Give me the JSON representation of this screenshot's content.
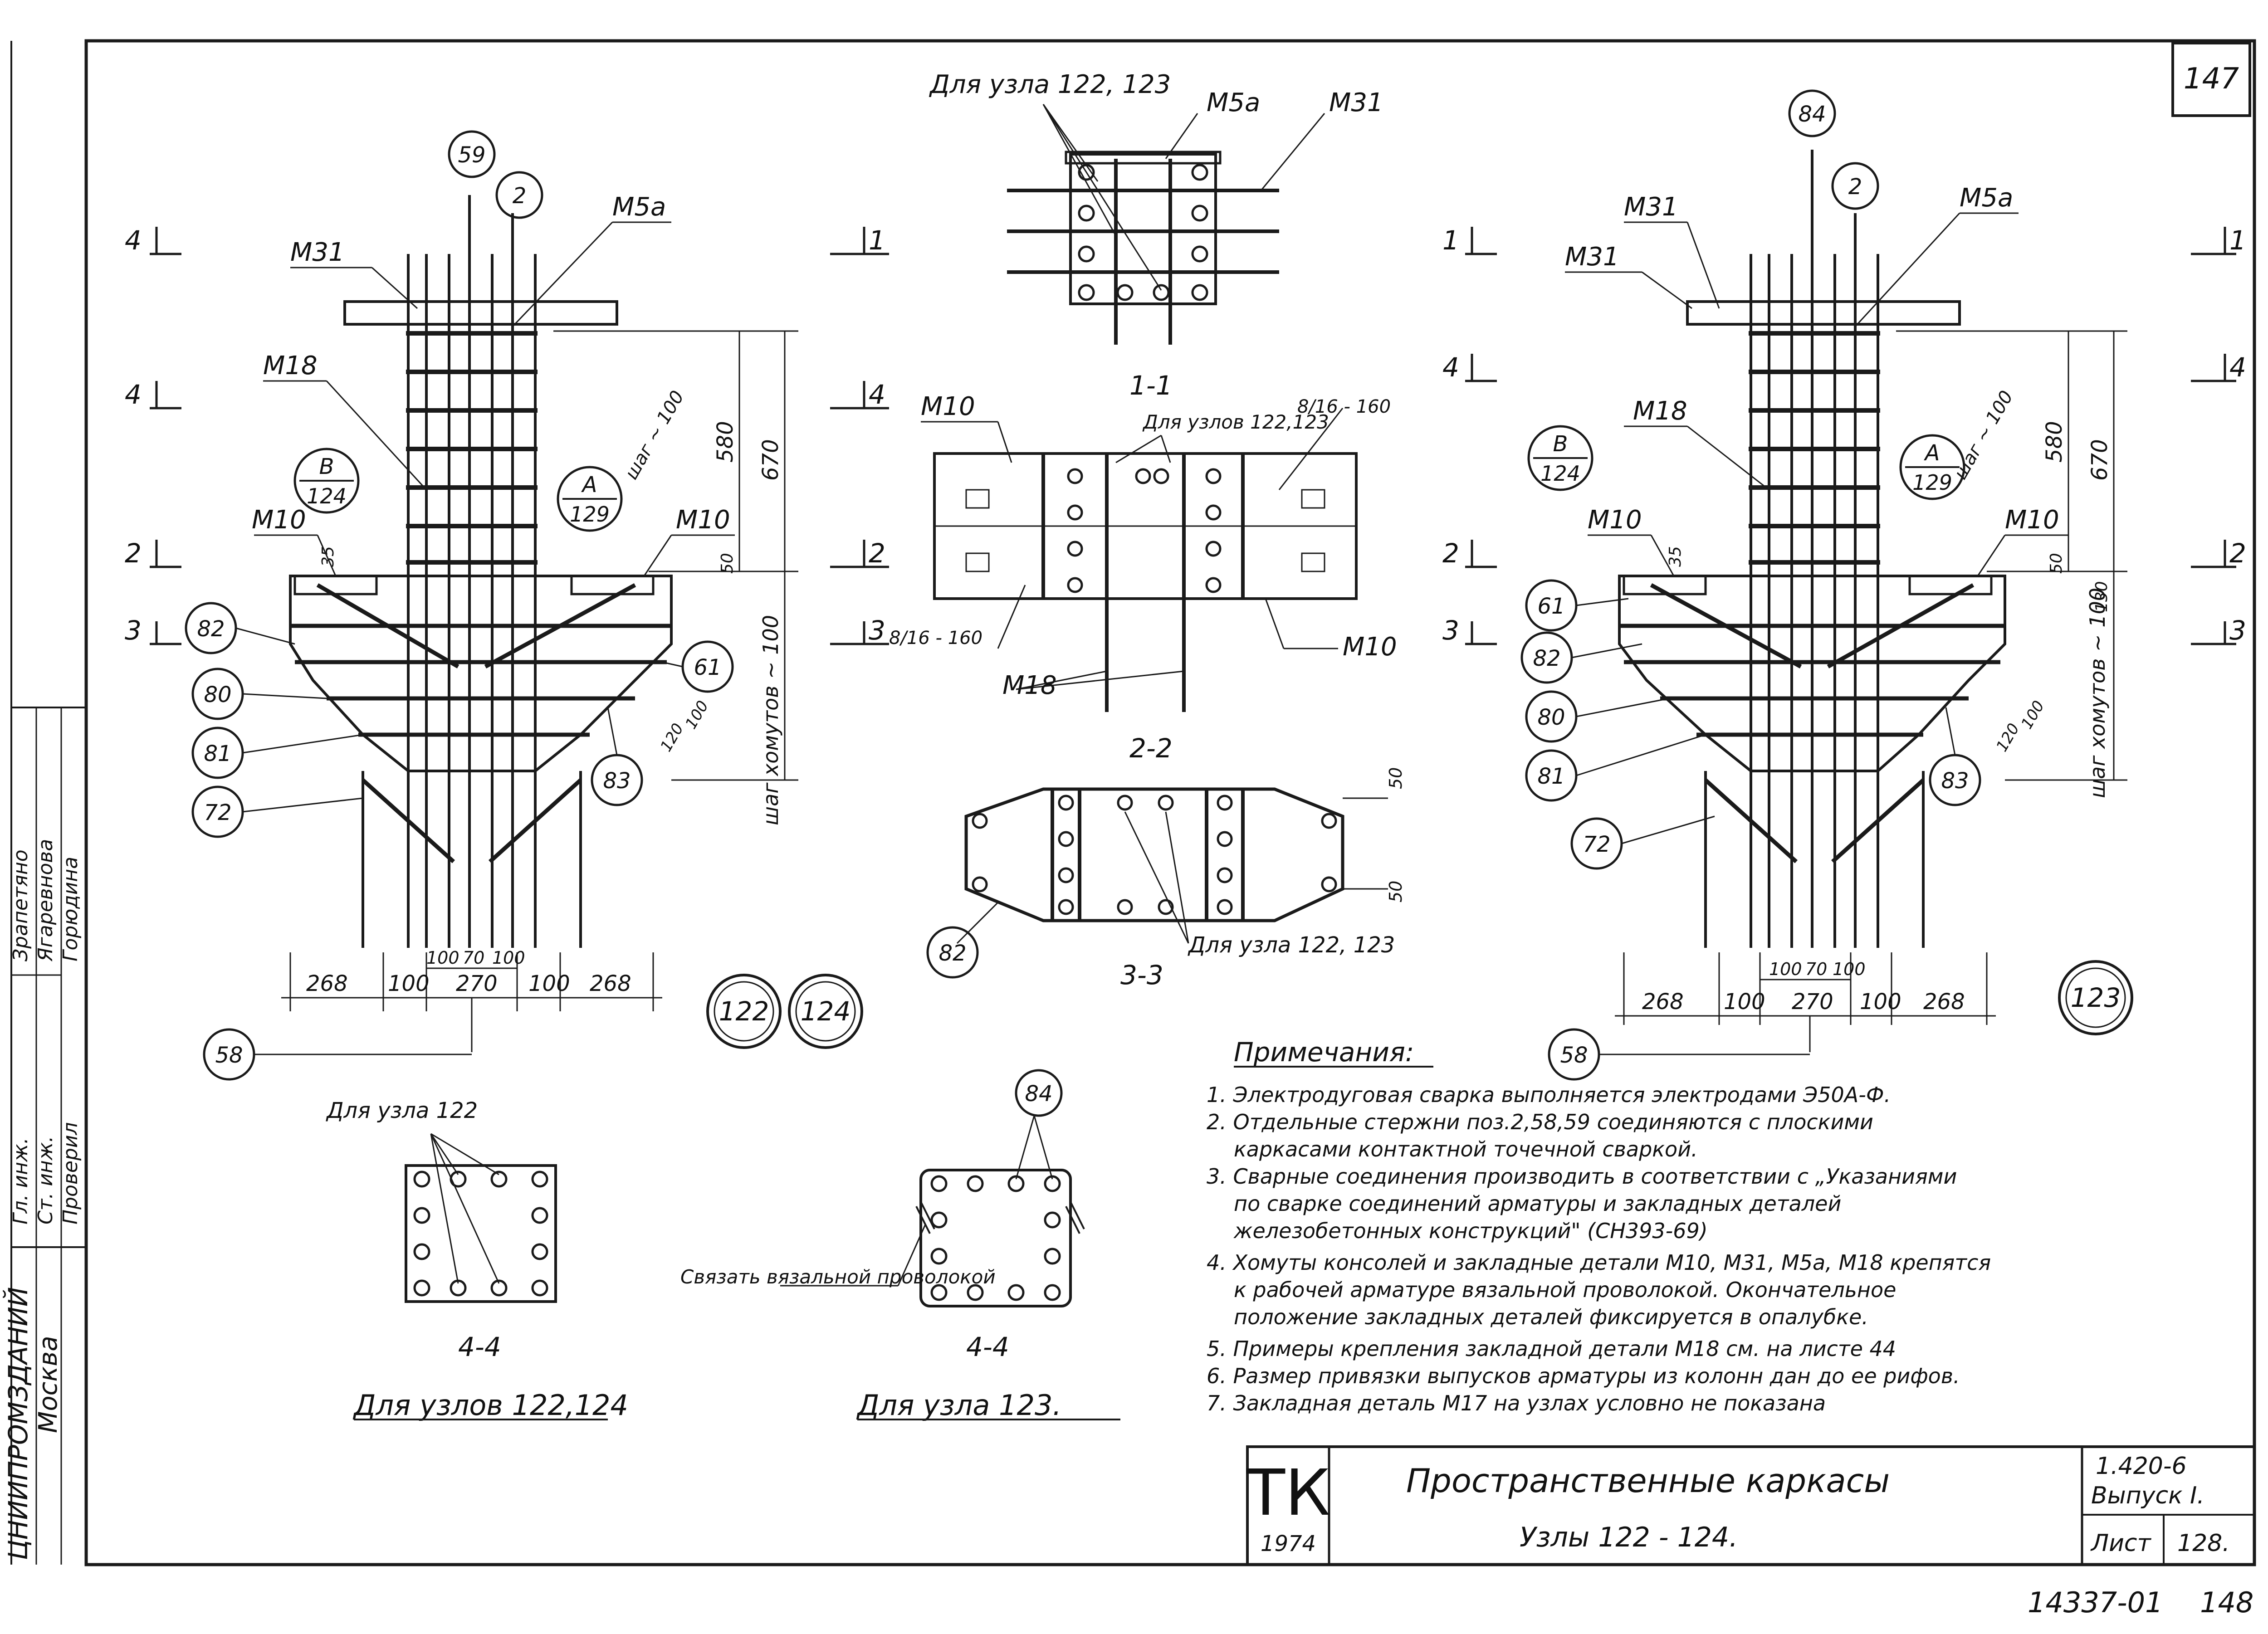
{
  "sheet": {
    "corner_number": "147",
    "bottom_stamp": "14337-01",
    "bottom_page": "148"
  },
  "stamp": {
    "tk": "ТК",
    "year": "1974",
    "title": "Пространственные каркасы",
    "subtitle": "Узлы 122 - 124.",
    "series": "1.420-6",
    "issue": "Выпуск I.",
    "sheet_label": "Лист",
    "sheet_number": "128."
  },
  "side_stamp": {
    "org": "ЦНИИПРОМЗДАНИЙ",
    "city": "Москва",
    "roles": [
      "Гл. инж.",
      "Ст. инж.",
      "Проверил"
    ],
    "names": [
      "Зрапетяно",
      "Ягаревнова",
      "Горюдина"
    ]
  },
  "details": {
    "for_node_122_123": "Для узла 122, 123",
    "for_nodes_122_123_short": "Для узлов 122,123",
    "for_node_122": "Для узла 122",
    "tie_with": "Связать вязальной проволокой",
    "for_nodes_122_124": "Для узлов 122,124",
    "for_node_123": "Для узла 123."
  },
  "sections": {
    "s11": "1-1",
    "s22": "2-2",
    "s33": "3-3",
    "s44a": "4-4",
    "s44b": "4-4"
  },
  "marks": {
    "m31": "М31",
    "m5a": "М5а",
    "m10": "М10",
    "m18": "М18",
    "sec1": "1",
    "sec2": "2",
    "sec3": "3",
    "sec4": "4",
    "spacing_note": "8/16 - 160",
    "stirrup_step": "шаг ~ 100",
    "stirrup_step_long": "шаг хомутов ~ 100"
  },
  "callouts": {
    "left": [
      "59",
      "2",
      "82",
      "80",
      "81",
      "72",
      "61",
      "83",
      "58"
    ],
    "right": [
      "84",
      "2",
      "61",
      "82",
      "80",
      "81",
      "72",
      "83",
      "58"
    ],
    "other": [
      "82",
      "84"
    ]
  },
  "node_tags": {
    "left_b": "В",
    "left_b_num": "124",
    "left_a": "А",
    "left_a_num": "129",
    "right_b": "В",
    "right_b_num": "124",
    "right_a": "А",
    "right_a_num": "129"
  },
  "node_circles": [
    "122",
    "124",
    "123"
  ],
  "dims": {
    "bottom": [
      "268",
      "100",
      "270",
      "100",
      "268"
    ],
    "inner": [
      "100",
      "70",
      "100"
    ],
    "vertical": [
      "580",
      "670",
      "50",
      "35",
      "130"
    ],
    "diag": [
      "120",
      "100"
    ],
    "s22": [
      "50",
      "50"
    ]
  },
  "notes": {
    "title": "Примечания:",
    "items": [
      "1. Электродуговая сварка выполняется электродами Э50А-Ф.",
      "2. Отдельные стержни поз.2,58,59 соединяются с плоскими",
      "каркасами контактной точечной сваркой.",
      "3. Сварные соединения производить в соответствии с „Указаниями",
      "по сварке соединений арматуры и закладных деталей",
      "железобетонных конструкций\" (СН393-69)",
      "4. Хомуты консолей и закладные детали М10, М31, М5а, М18 крепятся",
      "к рабочей арматуре вязальной проволокой. Окончательное",
      "положение закладных деталей фиксируется в опалубке.",
      "5. Примеры крепления закладной детали М18 см. на листе 44",
      "6. Размер привязки выпусков арматуры из колонн дан до ее рифов.",
      "7. Закладная деталь М17 на узлах условно не показана"
    ]
  }
}
